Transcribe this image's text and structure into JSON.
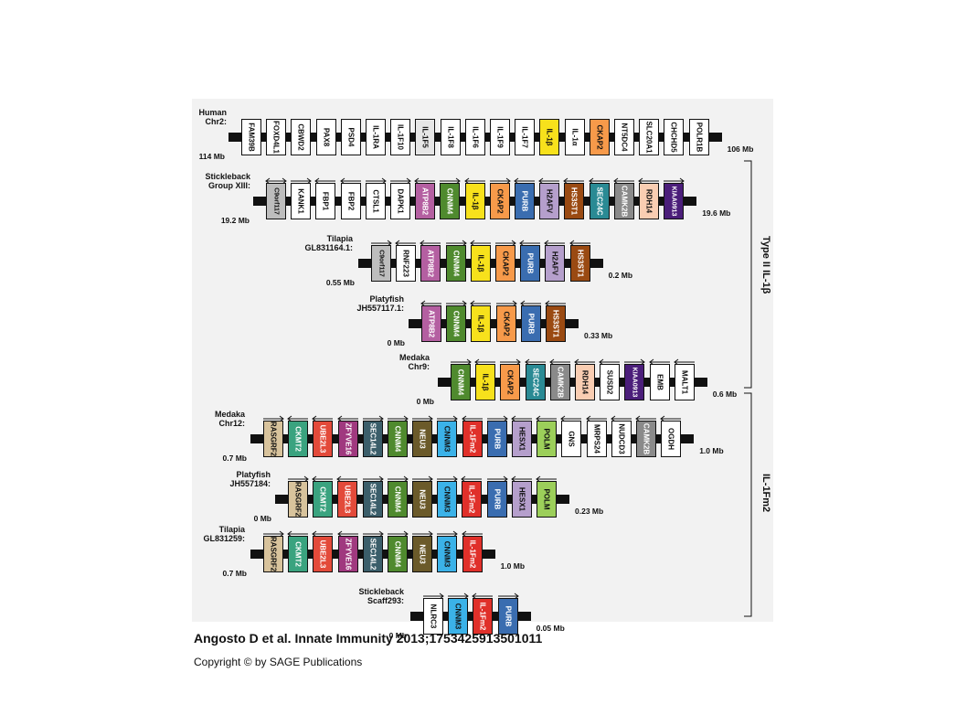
{
  "groups": [
    {
      "label": "Type II IL-1β"
    },
    {
      "label": "IL-1Fm2"
    }
  ],
  "tracks": [
    {
      "label": "Human\nChr2:",
      "start_mb": "114 Mb",
      "end_mb": "106 Mb",
      "genes": [
        {
          "name": "FAM39B",
          "color": "#ffffff",
          "dir": ""
        },
        {
          "name": "FOXD4L1",
          "color": "#ffffff",
          "dir": ""
        },
        {
          "name": "CBWD2",
          "color": "#ffffff",
          "dir": ""
        },
        {
          "name": "PAX8",
          "color": "#ffffff",
          "dir": ""
        },
        {
          "name": "PSD4",
          "color": "#ffffff",
          "dir": ""
        },
        {
          "name": "IL-1RA",
          "color": "#ffffff",
          "dir": ""
        },
        {
          "name": "IL-1F10",
          "color": "#ffffff",
          "dir": ""
        },
        {
          "name": "IL-1F5",
          "color": "#e6e6e6",
          "dir": ""
        },
        {
          "name": "IL-1F8",
          "color": "#ffffff",
          "dir": ""
        },
        {
          "name": "IL-1F6",
          "color": "#ffffff",
          "dir": ""
        },
        {
          "name": "IL-1F9",
          "color": "#ffffff",
          "dir": ""
        },
        {
          "name": "IL-1F7",
          "color": "#ffffff",
          "dir": ""
        },
        {
          "name": "IL-1β",
          "color": "#f7e11c",
          "dir": ""
        },
        {
          "name": "IL-1α",
          "color": "#ffffff",
          "dir": ""
        },
        {
          "name": "CKAP2",
          "color": "#f79a4a",
          "dir": ""
        },
        {
          "name": "NT5DC4",
          "color": "#ffffff",
          "dir": ""
        },
        {
          "name": "SLC20A1",
          "color": "#ffffff",
          "dir": ""
        },
        {
          "name": "CHCHD5",
          "color": "#ffffff",
          "dir": ""
        },
        {
          "name": "POLR1B",
          "color": "#ffffff",
          "dir": ""
        }
      ]
    },
    {
      "label": "Stickleback\nGroup XIII:",
      "start_mb": "19.2 Mb",
      "end_mb": "19.6 Mb",
      "genes": [
        {
          "name": "C9orf117",
          "color": "#bdbdbd",
          "dir": "both"
        },
        {
          "name": "KANK1",
          "color": "#ffffff",
          "dir": "right"
        },
        {
          "name": "FBP1",
          "color": "#ffffff",
          "dir": "left"
        },
        {
          "name": "FBP2",
          "color": "#ffffff",
          "dir": "left"
        },
        {
          "name": "CTSL1",
          "color": "#ffffff",
          "dir": "right"
        },
        {
          "name": "DAPK1",
          "color": "#ffffff",
          "dir": "right"
        },
        {
          "name": "ATP8B2",
          "color": "#b45fa1",
          "dir": "left"
        },
        {
          "name": "CNNM4",
          "color": "#4f8a2e",
          "dir": "right"
        },
        {
          "name": "IL-1β",
          "color": "#f7e11c",
          "dir": "left"
        },
        {
          "name": "CKAP2",
          "color": "#f79a4a",
          "dir": "right"
        },
        {
          "name": "PURB",
          "color": "#3a6db0",
          "dir": "left"
        },
        {
          "name": "H2AFV",
          "color": "#b59fcc",
          "dir": "left"
        },
        {
          "name": "HS3ST1",
          "color": "#9a4a12",
          "dir": "left"
        },
        {
          "name": "SEC24C",
          "color": "#2a8a94",
          "dir": "left"
        },
        {
          "name": "CAMK2B",
          "color": "#8a8a8a",
          "dir": "left"
        },
        {
          "name": "RDH14",
          "color": "#f9cdb2",
          "dir": "left"
        },
        {
          "name": "KIAA0913",
          "color": "#4b1e7a",
          "dir": "right"
        }
      ]
    },
    {
      "label": "Tilapia\nGL831164.1:",
      "start_mb": "0.55 Mb",
      "end_mb": "0.2 Mb",
      "genes": [
        {
          "name": "C9orf117",
          "color": "#bdbdbd",
          "dir": "right"
        },
        {
          "name": "RNF223",
          "color": "#ffffff",
          "dir": "left"
        },
        {
          "name": "ATP8B2",
          "color": "#b45fa1",
          "dir": "left"
        },
        {
          "name": "CNNM4",
          "color": "#4f8a2e",
          "dir": "right"
        },
        {
          "name": "IL-1β",
          "color": "#f7e11c",
          "dir": "left"
        },
        {
          "name": "CKAP2",
          "color": "#f79a4a",
          "dir": "right"
        },
        {
          "name": "PURB",
          "color": "#3a6db0",
          "dir": "left"
        },
        {
          "name": "H2AFV",
          "color": "#b59fcc",
          "dir": "left"
        },
        {
          "name": "HS3ST1",
          "color": "#9a4a12",
          "dir": "left"
        }
      ]
    },
    {
      "label": "Platyfish\nJH557117.1:",
      "start_mb": "0 Mb",
      "end_mb": "0.33 Mb",
      "genes": [
        {
          "name": "ATP8B2",
          "color": "#b45fa1",
          "dir": "left"
        },
        {
          "name": "CNNM4",
          "color": "#4f8a2e",
          "dir": "right"
        },
        {
          "name": "IL-1β",
          "color": "#f7e11c",
          "dir": "left"
        },
        {
          "name": "CKAP2",
          "color": "#f79a4a",
          "dir": "right"
        },
        {
          "name": "PURB",
          "color": "#3a6db0",
          "dir": "left"
        },
        {
          "name": "HS3ST1",
          "color": "#9a4a12",
          "dir": "left"
        }
      ]
    },
    {
      "label": "Medaka\nChr9:",
      "start_mb": "0 Mb",
      "end_mb": "0.6 Mb",
      "genes": [
        {
          "name": "CNNM4",
          "color": "#4f8a2e",
          "dir": "right"
        },
        {
          "name": "IL-1β",
          "color": "#f7e11c",
          "dir": "left"
        },
        {
          "name": "CKAP2",
          "color": "#f79a4a",
          "dir": "right"
        },
        {
          "name": "SEC24C",
          "color": "#2a8a94",
          "dir": "left"
        },
        {
          "name": "CAMK2B",
          "color": "#8a8a8a",
          "dir": "left"
        },
        {
          "name": "RDH14",
          "color": "#f9cdb2",
          "dir": "left"
        },
        {
          "name": "SUSD2",
          "color": "#ffffff",
          "dir": "left"
        },
        {
          "name": "KIAA0913",
          "color": "#4b1e7a",
          "dir": "right"
        },
        {
          "name": "EMB",
          "color": "#ffffff",
          "dir": "left"
        },
        {
          "name": "MALT1",
          "color": "#ffffff",
          "dir": "left"
        }
      ]
    },
    {
      "label": "Medaka\nChr12:",
      "start_mb": "0.7 Mb",
      "end_mb": "1.0 Mb",
      "genes": [
        {
          "name": "RASGRF2",
          "color": "#d8c39c",
          "dir": "right"
        },
        {
          "name": "CKMT2",
          "color": "#3aa37f",
          "dir": "left"
        },
        {
          "name": "UBE2L3",
          "color": "#e34a3a",
          "dir": "left"
        },
        {
          "name": "ZFYVE16",
          "color": "#a0397f",
          "dir": "left"
        },
        {
          "name": "SEC14L2",
          "color": "#3b5e6a",
          "dir": "right"
        },
        {
          "name": "CNNM4",
          "color": "#4f8a2e",
          "dir": "right"
        },
        {
          "name": "NEU3",
          "color": "#6b5a2a",
          "dir": "right"
        },
        {
          "name": "CNNM3",
          "color": "#3bb2e8",
          "dir": "right"
        },
        {
          "name": "IL-1Fm2",
          "color": "#e0302a",
          "dir": "left"
        },
        {
          "name": "PURB",
          "color": "#3a6db0",
          "dir": "right"
        },
        {
          "name": "HESX1",
          "color": "#b59fcc",
          "dir": "left"
        },
        {
          "name": "POLM",
          "color": "#9ccf5a",
          "dir": "left"
        },
        {
          "name": "GNS",
          "color": "#ffffff",
          "dir": "left"
        },
        {
          "name": "MRPS24",
          "color": "#ffffff",
          "dir": "left"
        },
        {
          "name": "NUDCD3",
          "color": "#ffffff",
          "dir": "left"
        },
        {
          "name": "CAMK2B",
          "color": "#8a8a8a",
          "dir": "left"
        },
        {
          "name": "OGDH",
          "color": "#ffffff",
          "dir": "left"
        }
      ]
    },
    {
      "label": "Platyfish\nJH557184:",
      "start_mb": "0 Mb",
      "end_mb": "0.23 Mb",
      "genes": [
        {
          "name": "RASGRF2",
          "color": "#d8c39c",
          "dir": "right"
        },
        {
          "name": "CKMT2",
          "color": "#3aa37f",
          "dir": "left"
        },
        {
          "name": "UBE2L3",
          "color": "#e34a3a",
          "dir": "left"
        },
        {
          "name": "SEC14L2",
          "color": "#3b5e6a",
          "dir": "right"
        },
        {
          "name": "CNNM4",
          "color": "#4f8a2e",
          "dir": "right"
        },
        {
          "name": "NEU3",
          "color": "#6b5a2a",
          "dir": "right"
        },
        {
          "name": "CNNM3",
          "color": "#3bb2e8",
          "dir": "right"
        },
        {
          "name": "IL-1Fm2",
          "color": "#e0302a",
          "dir": "left"
        },
        {
          "name": "PURB",
          "color": "#3a6db0",
          "dir": "right"
        },
        {
          "name": "HESX1",
          "color": "#b59fcc",
          "dir": "left"
        },
        {
          "name": "POLM",
          "color": "#9ccf5a",
          "dir": "left"
        }
      ]
    },
    {
      "label": "Tilapia\nGL831259:",
      "start_mb": "0.7 Mb",
      "end_mb": "1.0 Mb",
      "genes": [
        {
          "name": "RASGRF2",
          "color": "#d8c39c",
          "dir": "right"
        },
        {
          "name": "CKMT2",
          "color": "#3aa37f",
          "dir": "left"
        },
        {
          "name": "UBE2L3",
          "color": "#e34a3a",
          "dir": "left"
        },
        {
          "name": "ZFYVE16",
          "color": "#a0397f",
          "dir": "left"
        },
        {
          "name": "SEC14L2",
          "color": "#3b5e6a",
          "dir": "right"
        },
        {
          "name": "CNNM4",
          "color": "#4f8a2e",
          "dir": "right"
        },
        {
          "name": "NEU3",
          "color": "#6b5a2a",
          "dir": "right"
        },
        {
          "name": "CNNM3",
          "color": "#3bb2e8",
          "dir": "right"
        },
        {
          "name": "IL-1Fm2",
          "color": "#e0302a",
          "dir": "left"
        }
      ]
    },
    {
      "label": "Stickleback\nScaff293:",
      "start_mb": "0 Mb",
      "end_mb": "0.05 Mb",
      "genes": [
        {
          "name": "NLRC3",
          "color": "#ffffff",
          "dir": "right"
        },
        {
          "name": "CNNM3",
          "color": "#3bb2e8",
          "dir": "right"
        },
        {
          "name": "IL-1Fm2",
          "color": "#e0302a",
          "dir": "left"
        },
        {
          "name": "PURB",
          "color": "#3a6db0",
          "dir": "right"
        }
      ]
    }
  ],
  "citation": "Angosto D et al. Innate Immunity 2013;1753425913501011",
  "copyright": "Copyright © by SAGE Publications"
}
